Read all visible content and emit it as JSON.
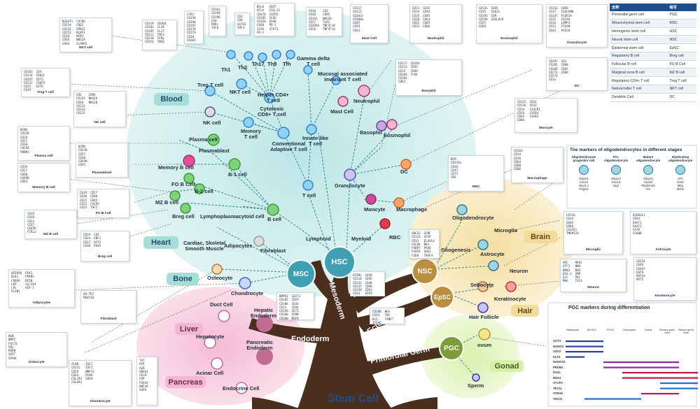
{
  "title": "Stem Cell",
  "trunk": {
    "mesoderm": "Mesoderm",
    "ectoderm": "Ectoderm",
    "endoderm": "Endoderm",
    "primordial_germ": "Primordial Germ"
  },
  "hubs": {
    "hsc": "HSC",
    "msc": "MSC",
    "nsc": "NSC",
    "epsc": "EpSC",
    "pgc": "PGC"
  },
  "regions": {
    "blood": "Blood",
    "heart": "Heart",
    "bone": "Bone",
    "brain": "Brain",
    "hair": "Hair",
    "liver": "Liver",
    "pancreas": "Pancreas",
    "gonad": "Gonad"
  },
  "branches": {
    "lymphoid": "Lymphoid",
    "myeloid": "Myeloid"
  },
  "nodes": {
    "th1": "Th1",
    "th2": "Th2",
    "th17": "Th17",
    "th9": "Th9",
    "tfh": "Tfh",
    "nkt": "NKT cell",
    "treg": "Treg T cell",
    "nk": "NK cell",
    "helper": "Helper CD4+\nT cell",
    "cytotoxic": "Cytotoxic\nCD8+ T cell",
    "gamma": "Gamma delta\nT cell",
    "mait": "Mucosal associated\ninvariant T cell",
    "memory_t": "Memory\nT cell",
    "conv": "Conventional\nAdaptive T cell",
    "innate": "Innate-like\nT cell",
    "tcell": "T cell",
    "plasma": "Plasma cell",
    "plasmablast": "Plasmablast",
    "memb": "Memory B cell",
    "b1": "B-1 cell",
    "fob": "FO B Cell",
    "b2": "B-2 cell",
    "mzb": "MZ B cell",
    "breg": "Breg cell",
    "lpc": "Lymphoplasmacytoid cell",
    "bcell": "B cell",
    "mast": "Mast Cell",
    "neutrophil": "Neutrophil",
    "basophil": "Basophil",
    "eosinophil": "Eosinophil",
    "dc": "DC",
    "granulocyte": "Granulocyte",
    "monocyte": "Moncyte",
    "macrophage": "Macrophage",
    "rbc": "RBC",
    "cardiac": "Cardiac, Skeletal\nSmooth Muscle",
    "adipocytes": "Adipocytes",
    "fibroblast": "Fibroblast",
    "osteocyte": "Osteocyte",
    "chondrocyte": "Chondrocyte",
    "gliogenesis": "Gliogenesis",
    "oligo": "Oligodendrocyte",
    "microglia": "Microglia",
    "astrocyte": "Astrocyte",
    "neuron": "Neuron",
    "sebocyte": "Sebocyte",
    "keratinocyte": "Keratinocyte",
    "hair_follicle": "Hair Follicle",
    "ovum": "ovum",
    "sperm": "Sperm",
    "duct": "Duct Cell",
    "hep_endo": "Hepatic\nEndoderm",
    "hepatocyte": "Hepatocyte",
    "acinar": "Acinar Cell",
    "panc_endo": "Pancreatic\nEndoderm",
    "endocrine": "Endocrine Cell"
  },
  "marker_boxes": {
    "nkt": {
      "caption": "NKT cell",
      "c1": [
        "B3GAT1",
        "CD314",
        "CD335",
        "CD223",
        "CD16",
        "CD56",
        "CD94"
      ],
      "c2": [
        "CXCR6",
        "CD62",
        "SPR31",
        "KLRF1",
        "NCR1",
        "NKG2A",
        "SLAMF6"
      ]
    },
    "treg": {
      "caption": "Treg T cell",
      "c1": [
        "CD103",
        "CD134",
        "CD357",
        "CD152",
        "CD25",
        "CD39"
      ],
      "c2": [
        "CD4",
        "CD62L",
        "CD73",
        "FOXP3",
        "GITR"
      ]
    },
    "th_a": {
      "caption": "",
      "c1": [
        "CD119",
        "CD183",
        "CD195",
        "CD212",
        "CD218",
        "CD254"
      ],
      "c2": [
        "CD366",
        "IL18",
        "IL27",
        "TNFa",
        "IFNy",
        "TNFβ"
      ]
    },
    "th_b": {
      "caption": "",
      "c1": [
        "CCR3",
        "CD194",
        "CD196",
        "CD197",
        "CD278",
        "CD279",
        "CD30",
        "CD365"
      ],
      "c2": []
    },
    "th_c": {
      "caption": "",
      "c1": [
        "CD161",
        "CD194",
        "CD196",
        "CD4",
        "RORc",
        "TGFβ"
      ],
      "c2": []
    },
    "th_d": {
      "caption": "",
      "c1": [
        "CD3",
        "CD4",
        "GATA3",
        "IRF4"
      ],
      "c2": []
    },
    "th_e": {
      "caption": "",
      "c1": [
        "BCL6",
        "BTLA",
        "CD278",
        "CD185",
        "CD150",
        "CD40",
        "ICOS",
        "PD-1"
      ],
      "c2": [
        "CD57",
        "CXCL13",
        "CXCR5",
        "ICOS",
        "OX40",
        "PD-1",
        "STAT3"
      ]
    },
    "gamma": {
      "caption": "",
      "c1": [
        "CD16",
        "CD28",
        "CD161",
        "CD27",
        "CD45RA",
        "CD56"
      ],
      "c2": [
        "CD3",
        "CD95",
        "NKG2D",
        "TLR2",
        "TNFSF18",
        "TNFSF14"
      ]
    },
    "mast": {
      "caption": "Mast Cell",
      "c1": [
        "CD117",
        "CD123",
        "CD203c",
        "CD300a",
        "CD45",
        "CD59",
        "CD63"
      ],
      "c2": []
    },
    "neut": {
      "caption": "Neutrophil",
      "c1": [
        "CD13",
        "CD14",
        "CD15",
        "CD16",
        "CD32",
        "CD33"
      ],
      "c2": [
        "CD35",
        "CD44",
        "CD45",
        "CD63",
        "CD65",
        "CD66"
      ]
    },
    "eos": {
      "caption": "Eosinophil",
      "c1": [
        "CD11b",
        "CD15",
        "CD193",
        "CD294",
        "CD35",
        "CD69"
      ],
      "c2": [
        "CD45",
        "CD62L",
        "CD9",
        "SIGLEC8"
      ]
    },
    "gran": {
      "caption": "Granulocyte",
      "c1": [
        "CD11b",
        "CD13",
        "CD147",
        "CD15",
        "CD16",
        "CD32",
        "CD33"
      ],
      "c2": [
        "CD69",
        "CEACAM6",
        "FCER1A",
        "CD294",
        "LAMP3",
        "ITGAM",
        "VSIG4"
      ]
    },
    "dcbox": {
      "caption": "DC",
      "c1": [
        "CD197",
        "CD205",
        "CD209",
        "CD273",
        "CD274",
        "CD1a"
      ],
      "c2": [
        "CD4",
        "CD80",
        "CD83",
        "CD86"
      ]
    },
    "baso": {
      "caption": "Basophil",
      "c1": [
        "CD117",
        "CD123",
        "CD13",
        "CD164",
        "CD203",
        "CD63"
      ],
      "c2": [
        "CD294",
        "CD45",
        "CD69",
        "TLR4"
      ]
    },
    "mono": {
      "caption": "Moncyte",
      "c1": [
        "CD115",
        "CD11b",
        "CD14",
        "CD16",
        "CD64",
        "CD86"
      ],
      "c2": [
        "CD32",
        "CD33",
        "CX3CR1",
        "CXCR4",
        "CXCR3"
      ]
    },
    "nk": {
      "caption": "NK cell",
      "c1": [
        "CD2",
        "CD161",
        "CD56",
        "CD122",
        "CD314",
        "CD335"
      ],
      "c2": [
        "CD94",
        "NKG2A",
        "NKG2D"
      ]
    },
    "plasma": {
      "caption": "Plasma cell",
      "c1": [
        "BCMA",
        "CD138",
        "CD19",
        "CD27",
        "CD38",
        "CXCR4",
        "PRDM1"
      ],
      "c2": []
    },
    "plbl": {
      "caption": "Plasmablast",
      "c1": [
        "BCMA",
        "CD138",
        "CD27",
        "CD38",
        "CD45R",
        "CD93"
      ],
      "c2": []
    },
    "memb": {
      "caption": "Memory B cell",
      "c1": [
        "CD19",
        "CD27",
        "CD40",
        "CD45B",
        "CD93"
      ],
      "c2": []
    },
    "fob": {
      "caption": "FO B Cell",
      "c1": [
        "CD19",
        "CD20",
        "CD21",
        "CD22",
        "CD23"
      ],
      "c2": [
        "CD27",
        "CD40",
        "CD45",
        "CXCR5",
        "TACI"
      ]
    },
    "mzb": {
      "caption": "MZ B cell",
      "c1": [
        "CD19",
        "CD1D",
        "CD21",
        "CD27",
        "CD45R",
        "FCRL3"
      ],
      "c2": []
    },
    "breg": {
      "caption": "Breg cell",
      "c1": [
        "CD19",
        "CD24",
        "CD27",
        "CD38"
      ],
      "c2": [
        "CD5",
        "EBF1",
        "OCT2",
        "PAX5"
      ]
    },
    "adipo": {
      "caption": "Adipocytes",
      "c1": [
        "ADIPOQ",
        "DLK1",
        "FABP4",
        "LEP",
        "LPL",
        "PLIN1"
      ],
      "c2": [
        "PCK1",
        "PPARG",
        "RETN",
        "SLC2A4",
        "UCP-1"
      ]
    },
    "fibro": {
      "caption": "Fibroblast",
      "c1": [
        "ER-TR7",
        "MAS516"
      ],
      "c2": []
    },
    "osteo": {
      "caption": "Osteocyte",
      "c1": [
        "BGN",
        "BMP2",
        "FGF23",
        "FN1",
        "PDPN",
        "SOST",
        "SPARC"
      ],
      "c2": []
    },
    "chond": {
      "caption": "Chondrocyte",
      "c1": [
        "ACAN",
        "CD151",
        "CD29",
        "CD44",
        "COL2A1",
        "COL9A1"
      ],
      "c2": [
        "IGF1",
        "IGF2",
        "MMP13",
        "PCNA",
        "SOX9"
      ]
    },
    "msc": {
      "caption": "",
      "c1": [
        "BMPR2",
        "CD105",
        "CD106",
        "CD13",
        "CD146",
        "CD166",
        "CD200"
      ],
      "c2": [
        "CD271",
        "CD29",
        "CD34",
        "CD44",
        "CD73",
        "CD90",
        "NGFR"
      ]
    },
    "hsc": {
      "caption": "",
      "c1": [
        "ATXN1",
        "CD110",
        "CD133",
        "CD135",
        "CD150",
        "CD34"
      ],
      "c2": [
        "CD38",
        "CD45",
        "CD48",
        "CD90",
        "CD93",
        "EPCR"
      ]
    },
    "epsc": {
      "caption": "",
      "c1": [
        "CD200",
        "CD34",
        "K15",
        "ITGA6"
      ],
      "c2": [
        "NES",
        "TNC",
        "FABP7"
      ]
    },
    "nsc": {
      "caption": "",
      "c1": [
        "ABCG2",
        "CD133",
        "CD15",
        "CXCR4",
        "FABP7",
        "FOXO3",
        "FZD9"
      ],
      "c2": [
        "GCNF",
        "GFAP",
        "ELAVL4",
        "NES",
        "PAX6",
        "SOX2",
        "TRAF4"
      ]
    },
    "neuron": {
      "caption": "Neuron",
      "c1": [
        "ARC",
        "ATF3",
        "BRN3",
        "DSS-3",
        "ELF",
        "MAG"
      ],
      "c2": [
        "MAP2",
        "NNA",
        "NSE",
        "OMP",
        "PKC",
        "TUJ1"
      ]
    },
    "kerat": {
      "caption": "Keratinocyte",
      "c1": [
        "CD324",
        "CD44",
        "CD49f",
        "EGFR",
        "KRT14",
        "KRT5"
      ],
      "c2": []
    },
    "micro": {
      "caption": "Microglia",
      "c1": [
        "CD11b",
        "CD14",
        "CD45",
        "CD68",
        "CX3CR1",
        "TMEM119"
      ],
      "c2": []
    },
    "astro": {
      "caption": "Astrocyte",
      "c1": [
        "ALDH1L1",
        "CD44",
        "EAAT1",
        "EAAT2",
        "GFAP",
        "S100B"
      ],
      "c2": []
    },
    "rbcm": {
      "caption": "RBC",
      "c1": [
        "BCM",
        "CD235a",
        "CD36",
        "CD47",
        "CD71",
        "GPA"
      ],
      "c2": []
    },
    "macro": {
      "caption": "Macrophage",
      "c1": [
        "CD163",
        "CD14",
        "CD16",
        "CD64",
        "CD68",
        "CD86"
      ],
      "c2": []
    },
    "endo": {
      "caption": "",
      "c1": [
        "TAT",
        "AFP",
        "ALB",
        "ANXA1",
        "CK19",
        "CRP",
        "FOXA2",
        "HNF4A",
        "SOX9"
      ],
      "c2": []
    }
  },
  "legend": {
    "header": [
      "全称",
      "缩写"
    ],
    "rows": [
      [
        "Primordial germ cell",
        "PGC"
      ],
      [
        "Mesenchymal stem cell",
        "MSC"
      ],
      [
        "Hemogenic stem cell",
        "HSC"
      ],
      [
        "Neural stem cell",
        "NSC"
      ],
      [
        "Epidermal stem cell",
        "EpSC"
      ],
      [
        "Regulatory B cell",
        "Breg cell"
      ],
      [
        "Follicular B cell",
        "FO B Cell"
      ],
      [
        "Marginal zone B cell",
        "MZ B cell"
      ],
      [
        "Regulatory CD4+ T cell",
        "Treg T cell"
      ],
      [
        "Natural killer T cell",
        "NKT cell"
      ],
      [
        "Dendritic Cell",
        "DC"
      ]
    ]
  },
  "oligo_panel": {
    "title": "The markers of oligodendrocytes in different stages",
    "stages": [
      "Oligodendrocyte\nprogenitor cell",
      "Pre-\noligodendrocyte",
      "Mature\noligodendrocyte",
      "Myelinating\noligodendrocyte"
    ],
    "markers": [
      "Olig1/2\nSox10\nNkx2.2\nPdgfra",
      "Olig1/2\nSox10\nNg2",
      "Olig1/2\nSox10\nPlp/Dm20\nO4",
      "APC\nGalC\nMbp\nMOG"
    ]
  },
  "pgc_panel": {
    "title": "PGC markers during differentiation",
    "stages": [
      "Blastocyst",
      "E6 SCs",
      "PGCs",
      "Gonocytes",
      "Gonia",
      "Primary germ cells",
      "Mature germ cells"
    ],
    "genes": [
      "OCT4",
      "NANOG",
      "SOX2",
      "KLF4",
      "NANOS3",
      "PRDM1",
      "DAZL",
      "DDX4",
      "SYCP3",
      "TEX11",
      "STRA8",
      "SOX17"
    ]
  },
  "colors": {
    "blood_bg": "#c9ece8",
    "brain_bg": "#f8e7bd",
    "liver_bg": "#f8cfe0",
    "gonad_bg": "#e5f5c6",
    "trunk": "#4a2f1f",
    "hub": "#3f9fb3",
    "nsc_hub": "#b98f3f",
    "pgc_hub": "#7c9d3a",
    "endo_hub": "#c06b93",
    "title": "#1f4e8c",
    "legend_header": "#1f4e8c"
  }
}
